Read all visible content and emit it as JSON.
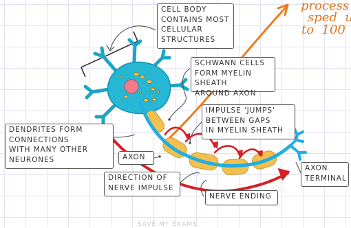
{
  "labels": {
    "cell_body": "CELL BODY\nCONTAINS MOST\nCELLULAR\nSTRUCTURES",
    "schwann_cells": "SCHWANN  CELLS\nFORM MYELIN SHEATH\nAROUND  AXON",
    "impulse_jumps": "IMPULSE 'JUMPS'\nBETWEEN GAPS\nIN MYELIN SHEATH",
    "dendrites": "DENDRITES FORM\nCONNECTIONS\nWITH MANY OTHER\nNEURONES",
    "axon": "AXON",
    "axon_terminal": "AXON\nTERMINAL",
    "direction": "DIRECTION  OF\nNERVE IMPULSE",
    "nerve_ending": "NERVE ENDING"
  },
  "handwriting": {
    "line1": "process",
    "line2": "sped  u",
    "line3": "to  100"
  },
  "footer": "SAVE MY EXAMS",
  "colors": {
    "cell_body": "#25b7d3",
    "nucleus": "#f47b8a",
    "myelin": "#f3c04f",
    "axon": "#22aee0",
    "impulse_arrow": "#d71f24",
    "annotation": "#f07a1a",
    "connector": "#555555"
  }
}
